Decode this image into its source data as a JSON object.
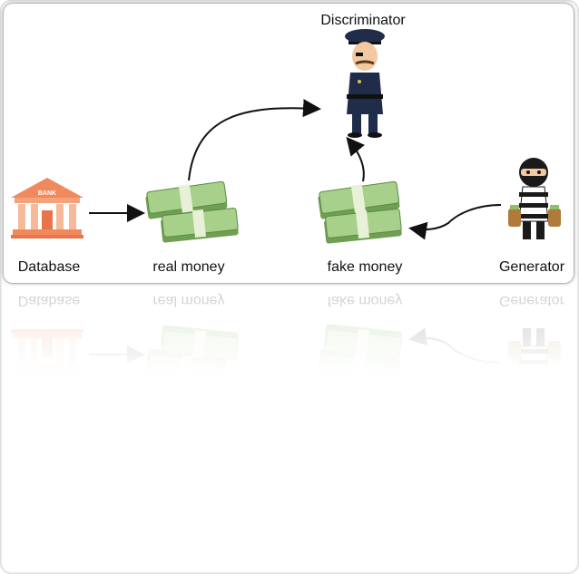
{
  "nodes": {
    "discriminator": "Discriminator",
    "database": "Database",
    "real_money": "real money",
    "fake_money": "fake money",
    "generator": "Generator"
  },
  "bank_sign": "BANK",
  "colors": {
    "bank": "#f08a5d",
    "money_green": "#8bbf6a",
    "police_blue": "#1f2d4a",
    "thief_black": "#1a1a1a",
    "arrow": "#111111"
  }
}
